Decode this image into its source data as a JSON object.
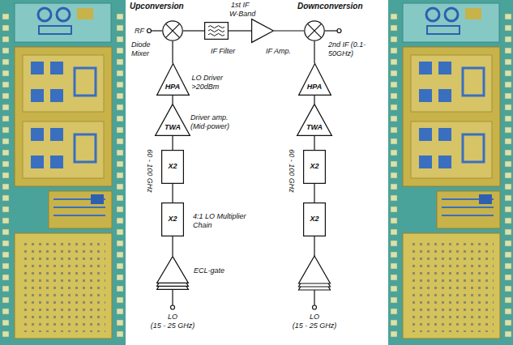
{
  "diagram": {
    "nodes": [
      {
        "text": [
          "Diode Mixer"
        ]
      },
      {
        "text": [
          "IF Filter"
        ]
      },
      {
        "text": [
          "IF Amp."
        ]
      },
      {
        "text": [
          "2nd IF (0.1-50GHz)"
        ]
      },
      {
        "text": [
          "HPA",
          "LO Driver >20dBm"
        ]
      },
      {
        "text": [
          "TWA",
          "Driver amp. (Mid-power)"
        ]
      },
      {
        "text": [
          "X2"
        ]
      },
      {
        "text": [
          "X2"
        ]
      },
      {
        "text": [
          "ECL-gate"
        ]
      },
      {
        "text": [
          "HPA"
        ]
      },
      {
        "text": [
          "TWA"
        ]
      },
      {
        "text": [
          "X2"
        ]
      },
      {
        "text": [
          "X2"
        ]
      }
    ],
    "edges": [
      {
        "from": 0,
        "to": 1,
        "arrow": "none"
      },
      {
        "from": 1,
        "to": 2,
        "arrow": "none"
      },
      {
        "from": 2,
        "to": 3,
        "arrow": "none"
      },
      {
        "from": 4,
        "to": 0,
        "arrow": "none"
      },
      {
        "from": 5,
        "to": 4,
        "arrow": "none"
      },
      {
        "from": 6,
        "to": 5,
        "arrow": "none"
      },
      {
        "from": 7,
        "to": 6,
        "arrow": "none"
      },
      {
        "from": 8,
        "to": 7,
        "arrow": "none"
      },
      {
        "from": 9,
        "to": 3,
        "arrow": "none"
      },
      {
        "from": 10,
        "to": 9,
        "arrow": "none"
      },
      {
        "from": 11,
        "to": 10,
        "arrow": "none"
      },
      {
        "from": 12,
        "to": 11,
        "arrow": "none"
      }
    ],
    "labels": [
      "Upconversion",
      "1st IF",
      "W-Band",
      "Downconversion",
      "RF",
      "60 - 100 GHz",
      "60 - 100 GHz",
      "4:1 LO Multiplier Chain",
      "LO",
      "(15 - 25 GHz)",
      "LO",
      "(15 - 25 GHz)"
    ]
  }
}
